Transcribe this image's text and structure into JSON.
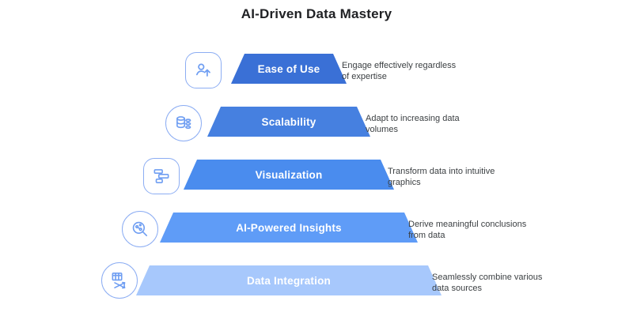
{
  "title": "AI-Driven Data Mastery",
  "levels": [
    {
      "label": "Ease of Use",
      "description": "Engage effectively regardless of expertise",
      "color": "#3a70d6",
      "icon": "user-upgrade-icon"
    },
    {
      "label": "Scalability",
      "description": "Adapt to increasing data volumes",
      "color": "#4680e0",
      "icon": "database-scaling-icon"
    },
    {
      "label": "Visualization",
      "description": "Transform data into intuitive graphics",
      "color": "#4a8cee",
      "icon": "chart-blocks-icon"
    },
    {
      "label": "AI-Powered Insights",
      "description": "Derive meaningful conclusions from data",
      "color": "#5f9cf7",
      "icon": "insight-magnifier-icon"
    },
    {
      "label": "Data Integration",
      "description": "Seamlessly combine various data sources",
      "color": "#a7c8fc",
      "icon": "data-table-swap-icon"
    }
  ],
  "icon_stroke_color": "#6f9ef2"
}
